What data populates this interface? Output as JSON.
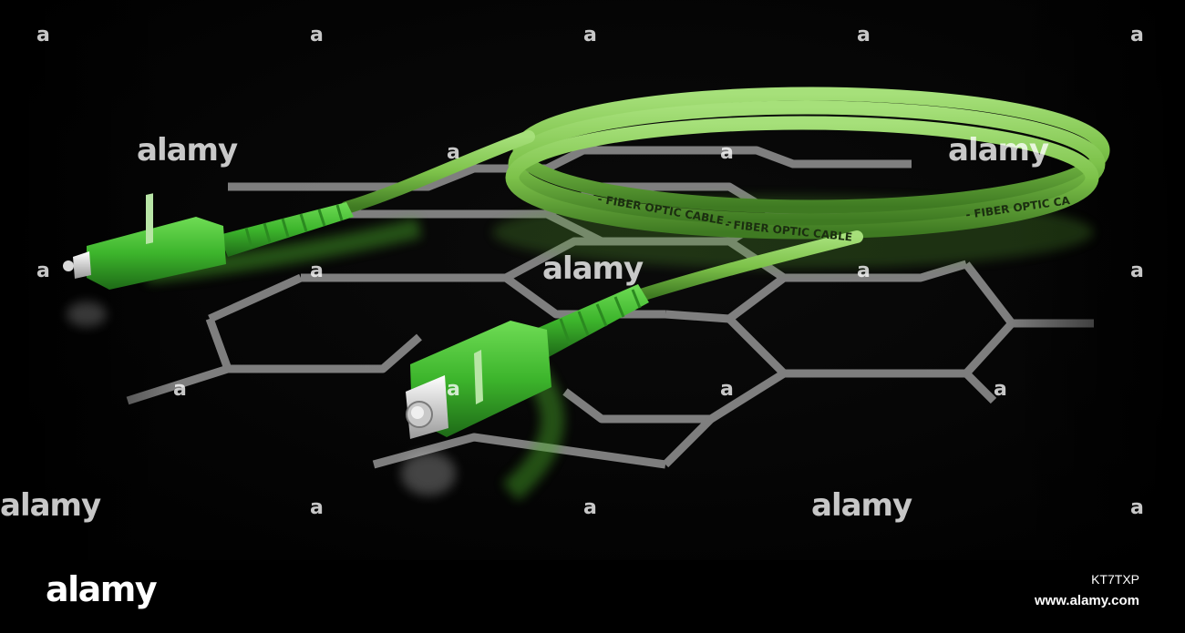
{
  "scene": {
    "subject": "fiber-optic-patch-cable",
    "cable_color": "#7dc24a",
    "connector_color": "#3db52c",
    "background_color": "#000000",
    "grid_color": "#8c8c8c",
    "cable_print_1": "- FIBER OPTIC CABLE -",
    "cable_print_2": "- FIBER OPTIC CABLE",
    "cable_print_3": "- FIBER OPTIC CA"
  },
  "watermark": {
    "brand": "alamy",
    "mark": "a"
  },
  "footer": {
    "logo": "alamy",
    "image_id": "KT7TXP",
    "url": "www.alamy.com"
  }
}
